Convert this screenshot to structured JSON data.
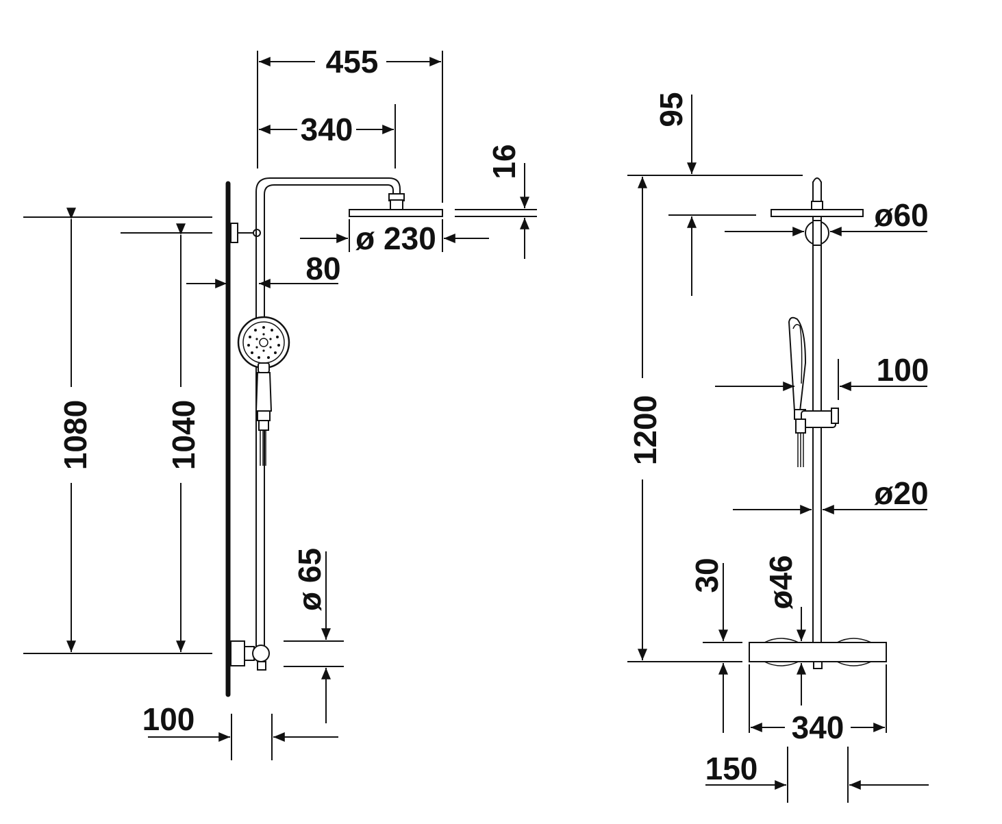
{
  "side_view": {
    "width_total": "455",
    "arm_reach": "340",
    "head_diameter": "ø 230",
    "head_thickness": "16",
    "wall_offset": "80",
    "height_total": "1080",
    "height_mount": "1040",
    "mixer_diameter": "ø 65",
    "mixer_projection": "100"
  },
  "front_view": {
    "top_extension": "95",
    "holder_diameter": "ø60",
    "handshower_width": "100",
    "rod_height": "1200",
    "rod_diameter": "ø20",
    "mixer_height": "30",
    "knob_diameter": "ø46",
    "mixer_width": "340",
    "center_distance": "150"
  }
}
